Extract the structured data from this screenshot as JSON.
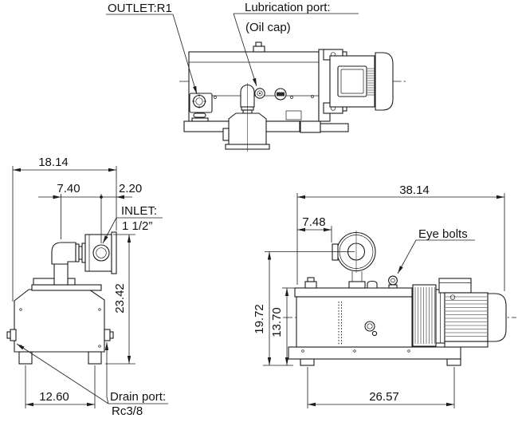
{
  "drawing_type": "pump outline dimensional drawing",
  "top_view": {
    "labels": {
      "outlet": "OUTLET:R1",
      "lubrication_port": "Lubrication port:",
      "oil_cap": "(Oil cap)"
    }
  },
  "front_view": {
    "labels": {
      "inlet_title": "INLET:",
      "inlet_size": "1 1/2”",
      "drain_title": "Drain port:",
      "drain_size": "Rc3/8"
    },
    "dimensions": {
      "overall_width": "18.14",
      "inlet_pipe_offset": "7.40",
      "inlet_overhang": "2.20",
      "overall_height": "23.42",
      "foot_spacing": "12.60"
    }
  },
  "side_view": {
    "labels": {
      "eye_bolts": "Eye bolts"
    },
    "dimensions": {
      "overall_length": "38.14",
      "inlet_offset": "7.48",
      "inlet_center_height": "19.72",
      "body_height": "13.70",
      "foot_spacing": "26.57"
    }
  },
  "colors": {
    "line": "#1c1c1c",
    "background": "#ffffff"
  }
}
